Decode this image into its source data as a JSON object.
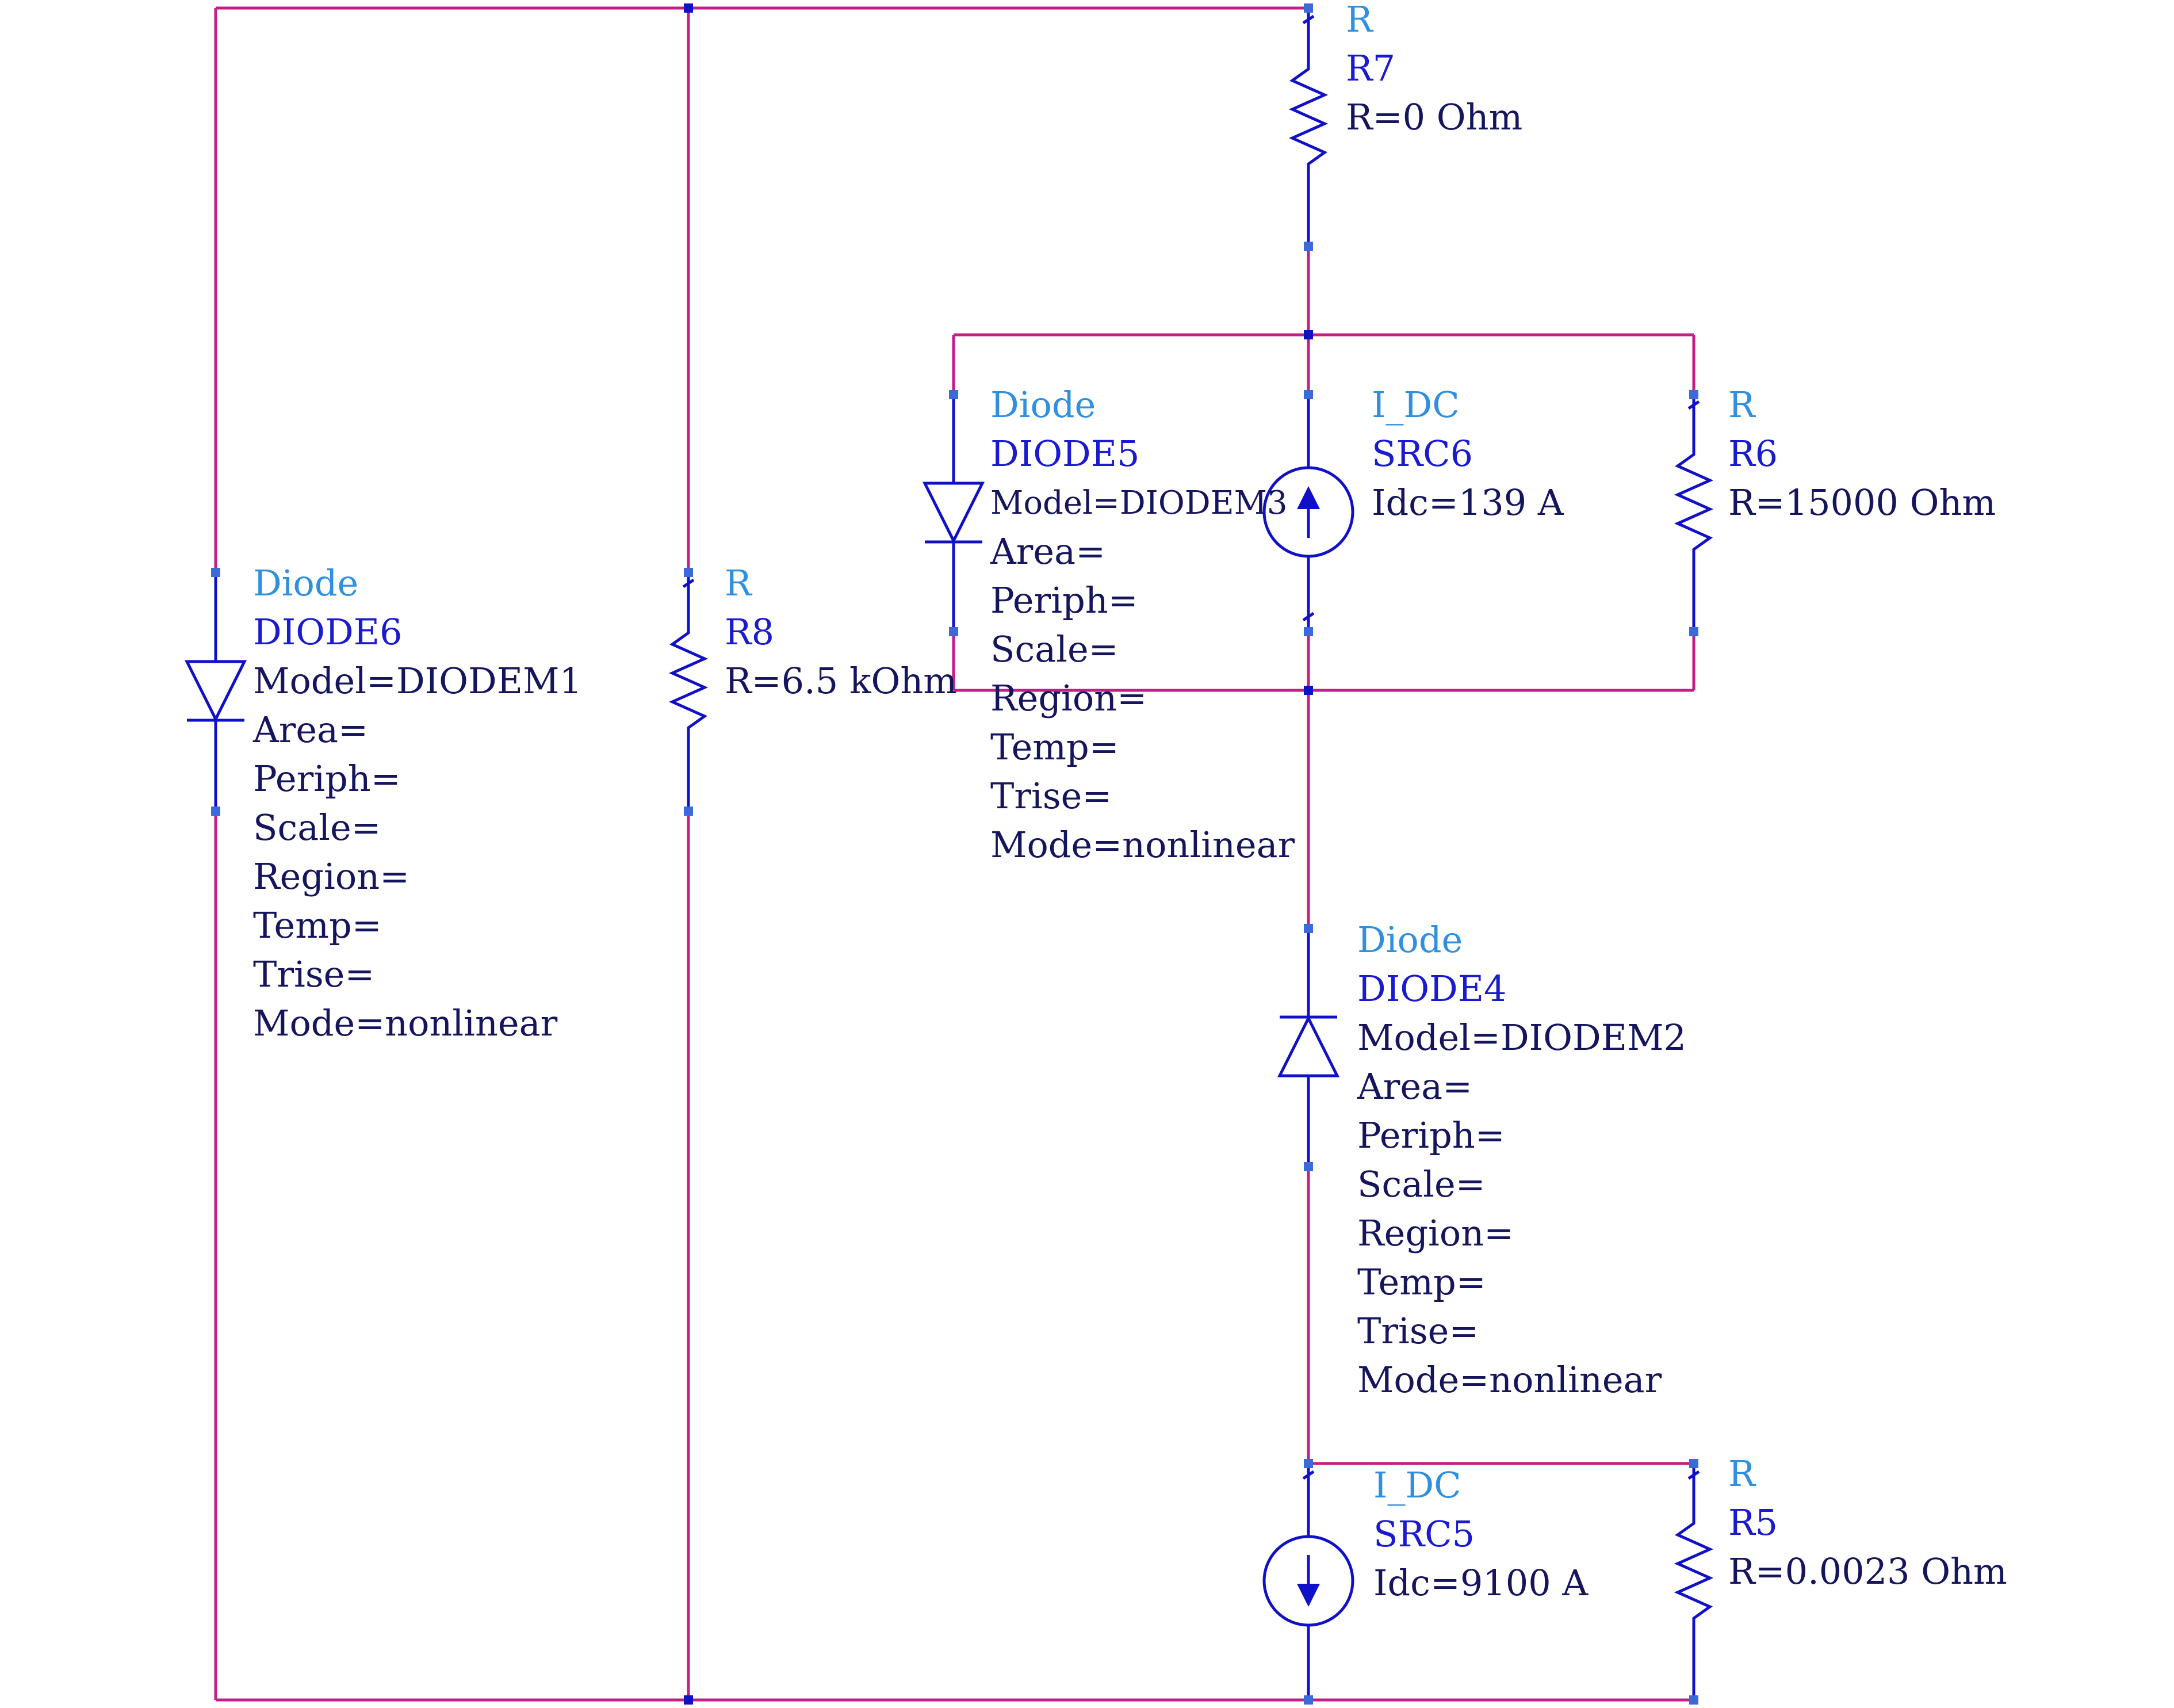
{
  "schematic": {
    "colors": {
      "wire": "#c21e85",
      "component": "#1010c8",
      "pin": "#3a6bd8",
      "type_label": "#2f8fe0",
      "name_label": "#1a1ad0",
      "param_label": "#15155e"
    },
    "components": {
      "r7": {
        "type": "R",
        "name": "R7",
        "params": [
          "R=0 Ohm"
        ]
      },
      "diode5": {
        "type": "Diode",
        "name": "DIODE5",
        "params": [
          "Model=DIODEM3",
          "Area=",
          "Periph=",
          "Scale=",
          "Region=",
          "Temp=",
          "Trise=",
          "Mode=nonlinear"
        ]
      },
      "src6": {
        "type": "I_DC",
        "name": "SRC6",
        "params": [
          "Idc=139 A"
        ]
      },
      "r6": {
        "type": "R",
        "name": "R6",
        "params": [
          "R=15000 Ohm"
        ]
      },
      "diode6": {
        "type": "Diode",
        "name": "DIODE6",
        "params": [
          "Model=DIODEM1",
          "Area=",
          "Periph=",
          "Scale=",
          "Region=",
          "Temp=",
          "Trise=",
          "Mode=nonlinear"
        ]
      },
      "r8": {
        "type": "R",
        "name": "R8",
        "params": [
          "R=6.5 kOhm"
        ]
      },
      "diode4": {
        "type": "Diode",
        "name": "DIODE4",
        "params": [
          "Model=DIODEM2",
          "Area=",
          "Periph=",
          "Scale=",
          "Region=",
          "Temp=",
          "Trise=",
          "Mode=nonlinear"
        ]
      },
      "src5": {
        "type": "I_DC",
        "name": "SRC5",
        "params": [
          "Idc=9100 A"
        ]
      },
      "r5": {
        "type": "R",
        "name": "R5",
        "params": [
          "R=0.0023 Ohm"
        ]
      }
    }
  }
}
